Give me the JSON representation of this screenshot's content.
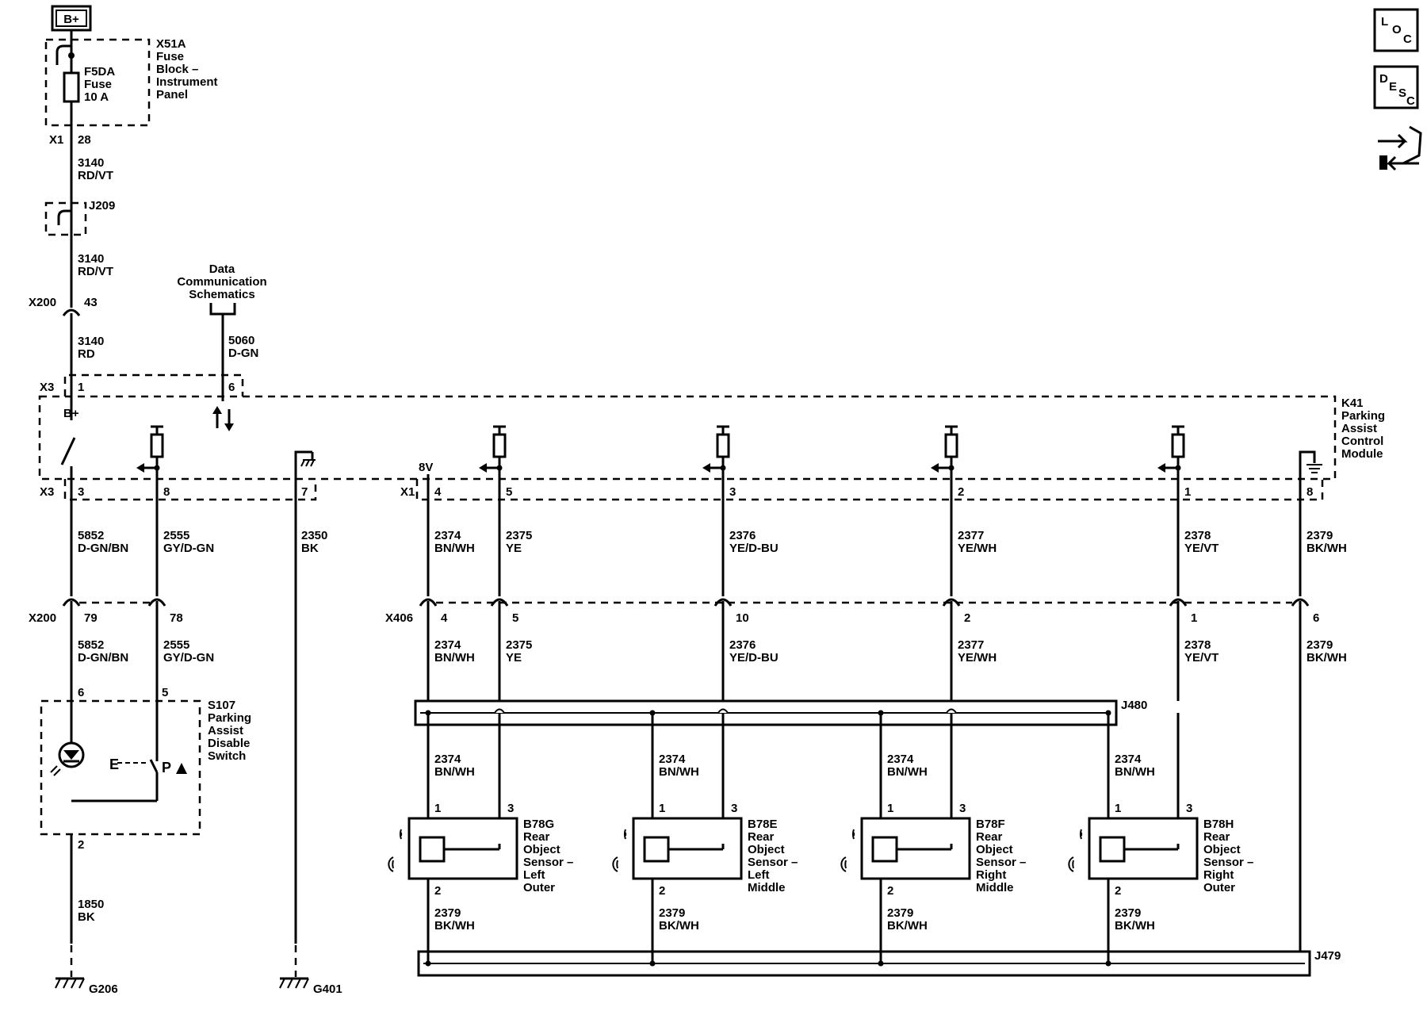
{
  "diagram": {
    "battery": "B+",
    "fuse_block": {
      "ref": "X51A",
      "lines": [
        "Fuse",
        "Block –",
        "Instrument",
        "Panel"
      ]
    },
    "fuse": {
      "lines": [
        "F5DA",
        "Fuse",
        "10 A"
      ]
    },
    "x1_top": {
      "connector": "X1",
      "pin": "28"
    },
    "wire_3140_a": {
      "num": "3140",
      "color": "RD/VT"
    },
    "splice_j209": "J209",
    "wire_3140_b": {
      "num": "3140",
      "color": "RD/VT"
    },
    "x200_top": {
      "connector": "X200",
      "pin": "43"
    },
    "wire_3140_c": {
      "num": "3140",
      "color": "RD"
    },
    "data_comm": {
      "lines": [
        "Data",
        "Communication",
        "Schematics"
      ]
    },
    "wire_5060": {
      "num": "5060",
      "color": "D-GN"
    },
    "x3_top": {
      "connector": "X3",
      "pins": [
        "1",
        "6"
      ]
    },
    "module": {
      "ref": "K41",
      "lines": [
        "Parking",
        "Assist",
        "Control",
        "Module"
      ],
      "bplus": "B+",
      "voltage": "8V"
    },
    "x3_bottom": {
      "connector": "X3",
      "pins": [
        "3",
        "8",
        "7"
      ]
    },
    "x1_bottom": {
      "connector": "X1",
      "pins": [
        "4",
        "5",
        "3",
        "2",
        "1",
        "8"
      ]
    },
    "module_wires": [
      {
        "num": "5852",
        "color": "D-GN/BN"
      },
      {
        "num": "2555",
        "color": "GY/D-GN"
      },
      {
        "num": "2350",
        "color": "BK"
      },
      {
        "num": "2374",
        "color": "BN/WH"
      },
      {
        "num": "2375",
        "color": "YE"
      },
      {
        "num": "2376",
        "color": "YE/D-BU"
      },
      {
        "num": "2377",
        "color": "YE/WH"
      },
      {
        "num": "2378",
        "color": "YE/VT"
      },
      {
        "num": "2379",
        "color": "BK/WH"
      }
    ],
    "x200_bottom": {
      "connector": "X200",
      "pins": [
        "79",
        "78"
      ]
    },
    "x406": {
      "connector": "X406",
      "pins": [
        "4",
        "5",
        "10",
        "2",
        "1",
        "6"
      ]
    },
    "lower_wires": [
      {
        "num": "5852",
        "color": "D-GN/BN"
      },
      {
        "num": "2555",
        "color": "GY/D-GN"
      },
      {
        "num": "2374",
        "color": "BN/WH"
      },
      {
        "num": "2375",
        "color": "YE"
      },
      {
        "num": "2376",
        "color": "YE/D-BU"
      },
      {
        "num": "2377",
        "color": "YE/WH"
      },
      {
        "num": "2378",
        "color": "YE/VT"
      },
      {
        "num": "2379",
        "color": "BK/WH"
      }
    ],
    "switch": {
      "ref": "S107",
      "lines": [
        "Parking",
        "Assist",
        "Disable",
        "Switch"
      ],
      "pins": [
        "6",
        "5",
        "2"
      ],
      "symbol": "P"
    },
    "wire_1850": {
      "num": "1850",
      "color": "BK"
    },
    "grounds": [
      "G206",
      "G401"
    ],
    "splice_j480": "J480",
    "splice_j479": "J479",
    "sensors": [
      {
        "ref": "B78G",
        "lines": [
          "Rear",
          "Object",
          "Sensor –",
          "Left",
          "Outer"
        ],
        "pins": [
          "1",
          "3",
          "2"
        ],
        "wire_top": {
          "num": "2374",
          "color": "BN/WH"
        },
        "wire_bottom": {
          "num": "2379",
          "color": "BK/WH"
        }
      },
      {
        "ref": "B78E",
        "lines": [
          "Rear",
          "Object",
          "Sensor –",
          "Left",
          "Middle"
        ],
        "pins": [
          "1",
          "3",
          "2"
        ],
        "wire_top": {
          "num": "2374",
          "color": "BN/WH"
        },
        "wire_bottom": {
          "num": "2379",
          "color": "BK/WH"
        }
      },
      {
        "ref": "B78F",
        "lines": [
          "Rear",
          "Object",
          "Sensor –",
          "Right",
          "Middle"
        ],
        "pins": [
          "1",
          "3",
          "2"
        ],
        "wire_top": {
          "num": "2374",
          "color": "BN/WH"
        },
        "wire_bottom": {
          "num": "2379",
          "color": "BK/WH"
        }
      },
      {
        "ref": "B78H",
        "lines": [
          "Rear",
          "Object",
          "Sensor –",
          "Right",
          "Outer"
        ],
        "pins": [
          "1",
          "3",
          "2"
        ],
        "wire_top": {
          "num": "2374",
          "color": "BN/WH"
        },
        "wire_bottom": {
          "num": "2379",
          "color": "BK/WH"
        }
      }
    ],
    "side_icons": [
      {
        "name": "loc-icon",
        "letters": [
          "L",
          "O",
          "C"
        ]
      },
      {
        "name": "desc-icon",
        "letters": [
          "D",
          "E",
          "S",
          "C"
        ]
      }
    ]
  }
}
